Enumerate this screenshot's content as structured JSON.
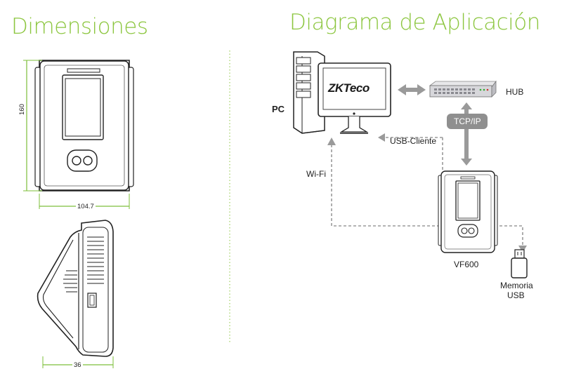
{
  "headings": {
    "dimensions": "Dimensiones",
    "application": "Diagrama de Aplicación"
  },
  "dimensions": {
    "height": "160",
    "width": "104.7",
    "depth": "36"
  },
  "diagram": {
    "pc": "PC",
    "brand": "ZKTeco",
    "hub": "HUB",
    "tcpip": "TCP/IP",
    "usb_client": "USB-Cliente",
    "wifi": "Wi-Fi",
    "device": "VF600",
    "usb_memory_line1": "Memoria",
    "usb_memory_line2": "USB"
  },
  "colors": {
    "accent": "#8cc63f",
    "dimension_line": "#7dbf3a",
    "dashed_line": "#9a9a9a",
    "device_outline": "#222222"
  }
}
